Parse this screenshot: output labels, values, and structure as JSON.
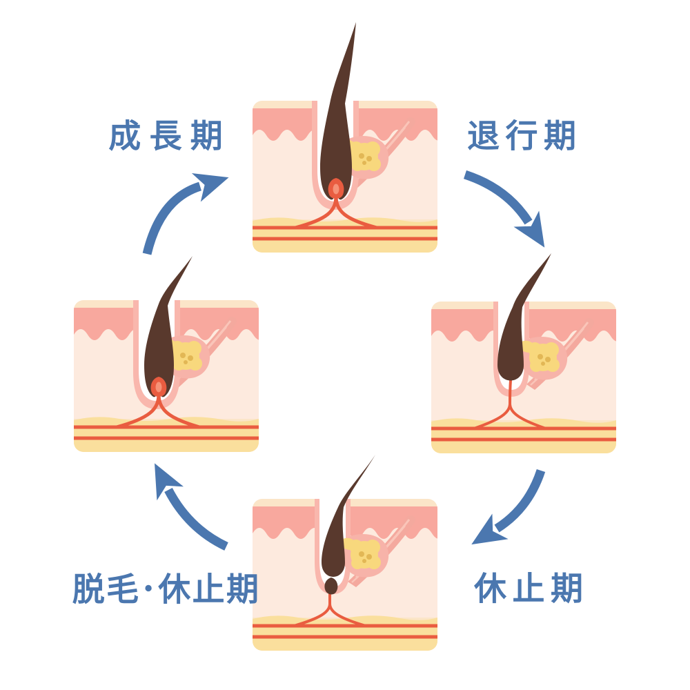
{
  "diagram": {
    "type": "cycle",
    "subject": "hair-growth-cycle",
    "direction": "clockwise",
    "labels": {
      "anagen": "成長期",
      "catagen": "退行期",
      "telogen": "休止期",
      "shedding": "脱毛･休止期"
    },
    "stages": [
      {
        "id": "growth",
        "label_ref": "anagen",
        "panel_position": "top"
      },
      {
        "id": "regression",
        "label_ref": "catagen",
        "panel_position": "right"
      },
      {
        "id": "resting",
        "label_ref": "telogen",
        "panel_position": "bottom"
      },
      {
        "id": "shedding-regrowth",
        "label_ref": "shedding",
        "panel_position": "left"
      }
    ]
  },
  "palette": {
    "background": "#ffffff",
    "blue": "#4b77af",
    "hair": "#59392d",
    "sheath": "#f9b7ad",
    "strip": "#fbe5c8",
    "epidermis": "#f8a89e",
    "dermis": "#fdeade",
    "subcutis": "#fadf9d",
    "vessel": "#e95c40",
    "papillaHighlight": "#f69277",
    "glandYellow": "#f8d87d",
    "glandDot": "#e2b755",
    "glandRim": "#f7b3a9",
    "muscle": "#f4a99e",
    "muscleStreak": "#fac5b9"
  }
}
